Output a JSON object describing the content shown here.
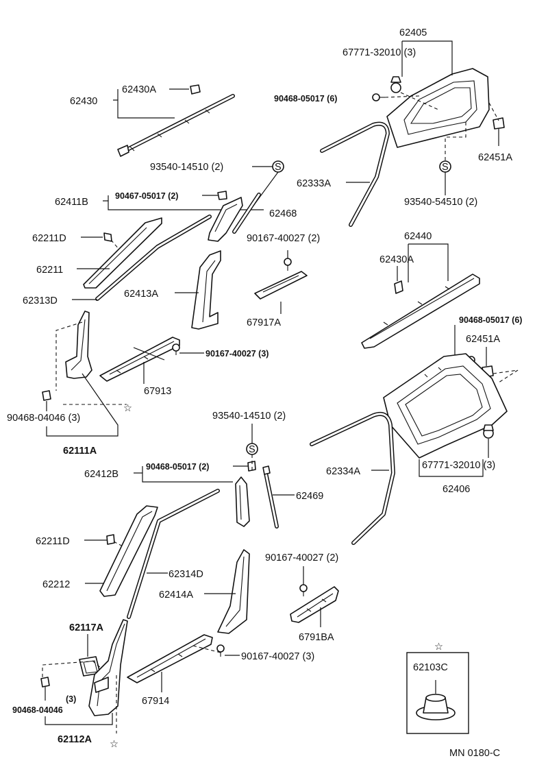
{
  "diagram": {
    "labels": {
      "l62405": "62405",
      "l67771_top": "67771-32010 (3)",
      "l62430": "62430",
      "l62430A_top": "62430A",
      "l90468_05017_6_top": "90468-05017 (6)",
      "l62451A_top": "62451A",
      "l93540_14510_top": "93540-14510 (2)",
      "l62333A": "62333A",
      "l93540_54510": "93540-54510 (2)",
      "l62411B": "62411B",
      "l90467_05017": "90467-05017 (2)",
      "l62468": "62468",
      "l62211D_top": "62211D",
      "l90167_40027_2_top": "90167-40027 (2)",
      "l62211": "62211",
      "l62440": "62440",
      "l62430A_mid": "62430A",
      "l62313D": "62313D",
      "l62413A": "62413A",
      "l67917A": "67917A",
      "l90468_05017_6_mid": "90468-05017 (6)",
      "l62451A_mid": "62451A",
      "l90167_40027_3_top": "90167-40027 (3)",
      "l67913": "67913",
      "l90468_04046_top": "90468-04046 (3)",
      "l62111A": "62111A",
      "l93540_14510_mid": "93540-14510 (2)",
      "l62412B": "62412B",
      "l90468_05017_2": "90468-05017 (2)",
      "l62334A": "62334A",
      "l67771_bottom": "67771-32010 (3)",
      "l62469": "62469",
      "l62406": "62406",
      "l62211D_bottom": "62211D",
      "l62314D": "62314D",
      "l90167_40027_2_bottom": "90167-40027 (2)",
      "l62212": "62212",
      "l62414A": "62414A",
      "l6791BA": "6791BA",
      "l62117A": "62117A",
      "l90167_40027_3_bottom": "90167-40027 (3)",
      "l62103C": "62103C",
      "l3_qty": "(3)",
      "l90468_04046_bottom": "90468-04046",
      "l67914": "67914",
      "l62112A": "62112A",
      "code": "MN  0180-C"
    },
    "symbols": {
      "s_marker": "S",
      "star": "☆"
    }
  }
}
